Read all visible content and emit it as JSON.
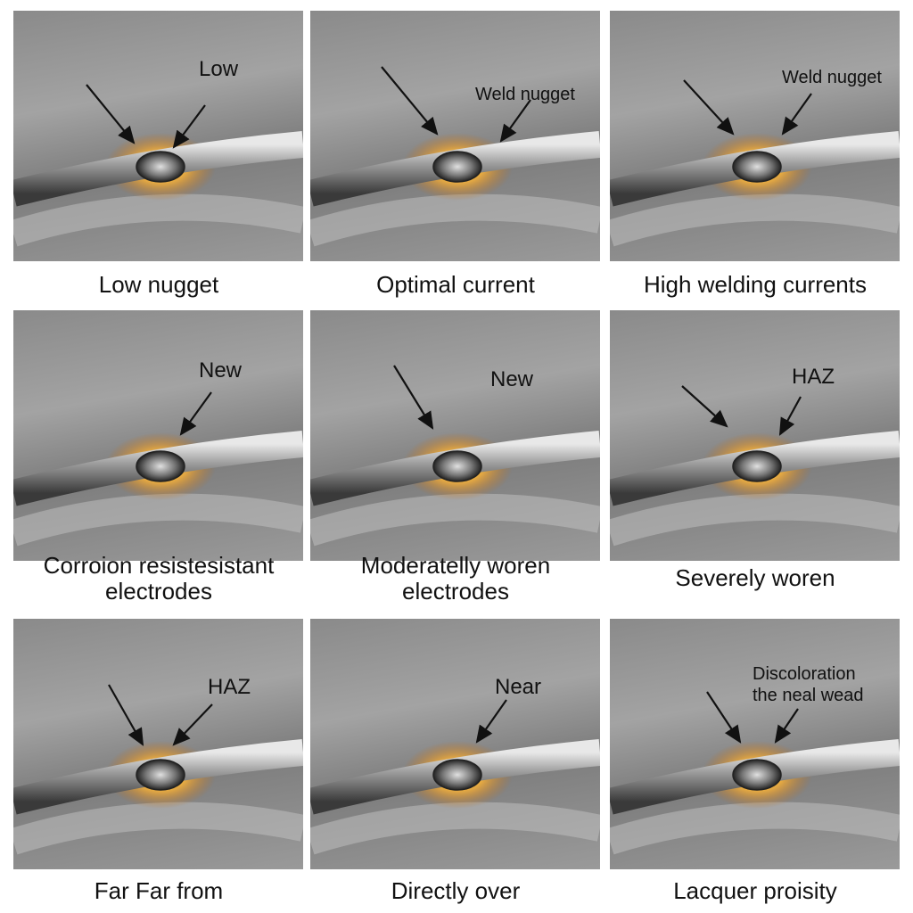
{
  "panels": [
    {
      "label": "Low",
      "caption": "Low nugget"
    },
    {
      "label": "Weld nugget",
      "caption": "Optimal current"
    },
    {
      "label": "Weld nugget",
      "caption": "High welding currents"
    },
    {
      "label": "New",
      "caption": "Corroion resistesistant electrodes"
    },
    {
      "label": "New",
      "caption": "Moderatelly woren electrodes"
    },
    {
      "label": "HAZ",
      "caption": "Severely woren"
    },
    {
      "label": "HAZ",
      "caption": "Far Far from"
    },
    {
      "label": "Near",
      "caption": "Directly over"
    },
    {
      "label": "Discoloration\nthe neal wead",
      "caption": "Lacquer proisity"
    }
  ]
}
